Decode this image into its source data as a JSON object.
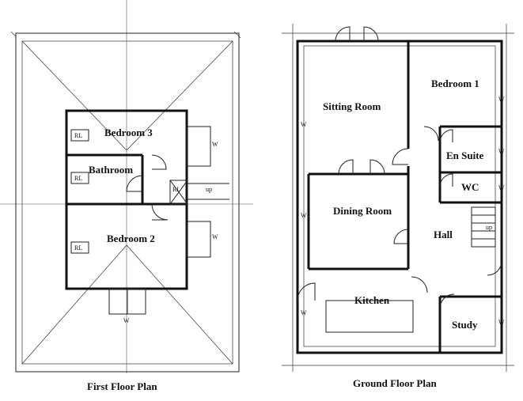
{
  "first_floor": {
    "caption": "First Floor Plan",
    "rooms": {
      "bedroom3": "Bedroom 3",
      "bathroom": "Bathroom",
      "bedroom2": "Bedroom 2"
    },
    "marks": {
      "rl1": "RL",
      "rl2": "RL",
      "rl3": "RL",
      "w1": "W",
      "w2": "W",
      "w3": "W",
      "up": "up",
      "rl_stair": "RL"
    }
  },
  "ground_floor": {
    "caption": "Ground Floor Plan",
    "rooms": {
      "sitting": "Sitting Room",
      "bedroom1": "Bedroom 1",
      "ensuite": "En Suite",
      "wc": "WC",
      "dining": "Dining Room",
      "hall": "Hall",
      "kitchen": "Kitchen",
      "study": "Study"
    },
    "marks": {
      "w_sitting": "W",
      "w_dining": "W",
      "w_kitchen": "W",
      "w_bed1": "W",
      "w_ensuite": "W",
      "w_wc": "W",
      "w_study": "W",
      "up": "up"
    }
  }
}
